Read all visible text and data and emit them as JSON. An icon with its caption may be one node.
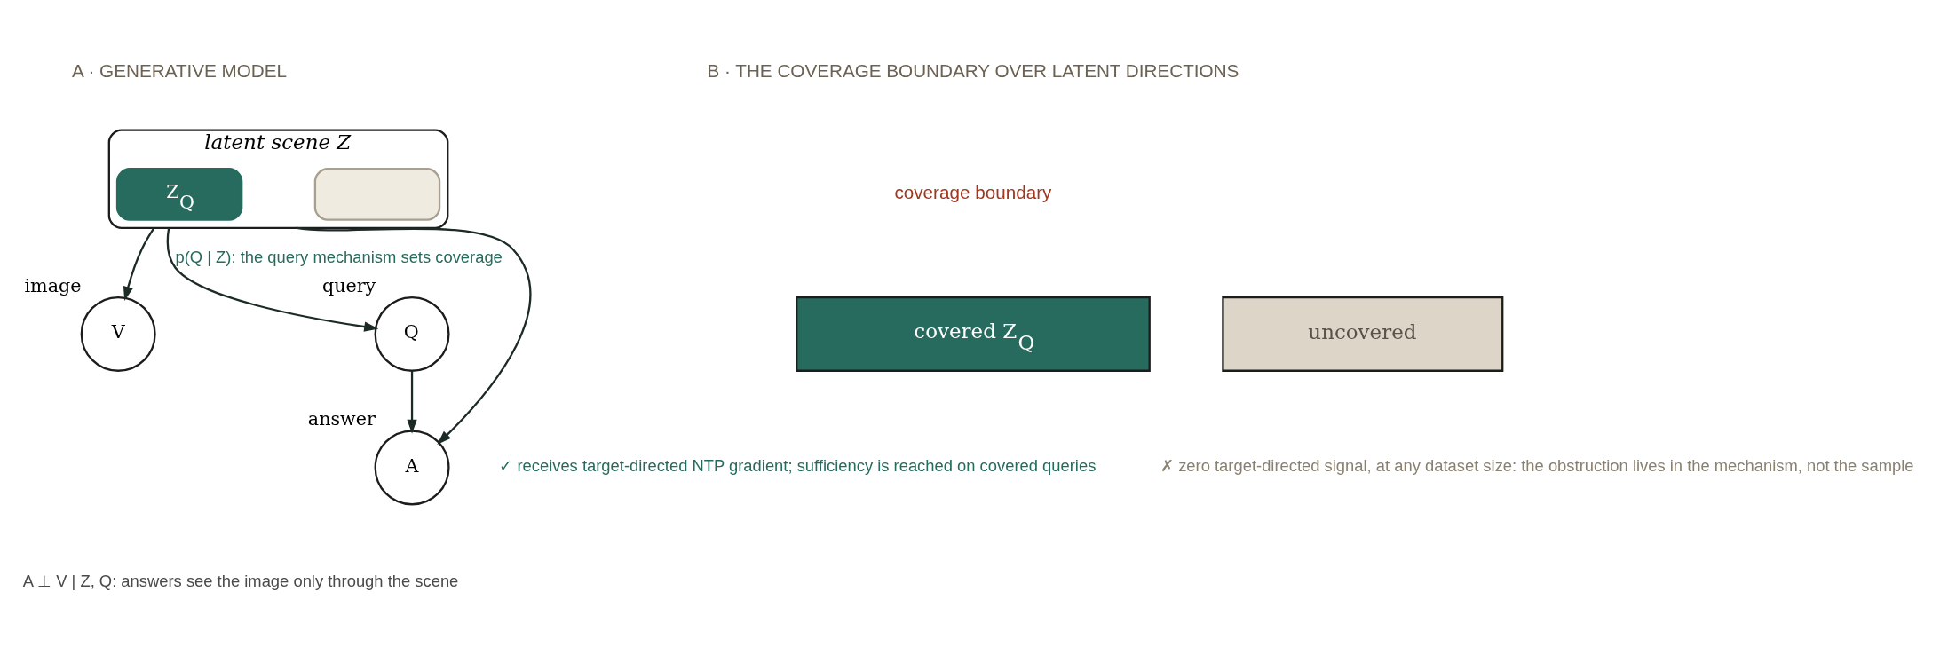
{
  "diagram": {
    "nodes": [
      {
        "text": [
          "latent scene Z"
        ]
      },
      {
        "text": [
          "Z$_{Q}$"
        ],
        "in": 0
      },
      {
        "text": [],
        "shape": "box",
        "in": 0
      },
      {
        "text": [
          "V"
        ],
        "beside": [
          "image"
        ]
      },
      {
        "text": [
          "Q"
        ],
        "beside": [
          "query"
        ]
      },
      {
        "text": [
          "A"
        ],
        "beside": [
          "answer"
        ]
      },
      {
        "text": [
          "covered Z$_{Q}$"
        ]
      },
      {
        "text": [
          "uncovered"
        ]
      }
    ],
    "edges": [
      {
        "from": 0,
        "to": 3,
        "arrow": "to"
      },
      {
        "from": 0,
        "to": 5,
        "arrow": "to"
      },
      {
        "from": 0,
        "to": 4,
        "arrow": "to",
        "label": "p(Q | Z): the query mechanism sets coverage"
      },
      {
        "from": 4,
        "to": 5,
        "arrow": "to"
      }
    ],
    "labels": [
      "A · GENERATIVE MODEL",
      "B · THE COVERAGE BOUNDARY OVER LATENT DIRECTIONS",
      "coverage boundary",
      "✓ receives target-directed NTP gradient; sufficiency is reached on covered queries",
      "✗ zero target-directed signal, at any dataset size: the obstruction lives in the mechanism, not the sample",
      "A ⊥ V | Z, Q: answers see the image only through the scene"
    ]
  }
}
